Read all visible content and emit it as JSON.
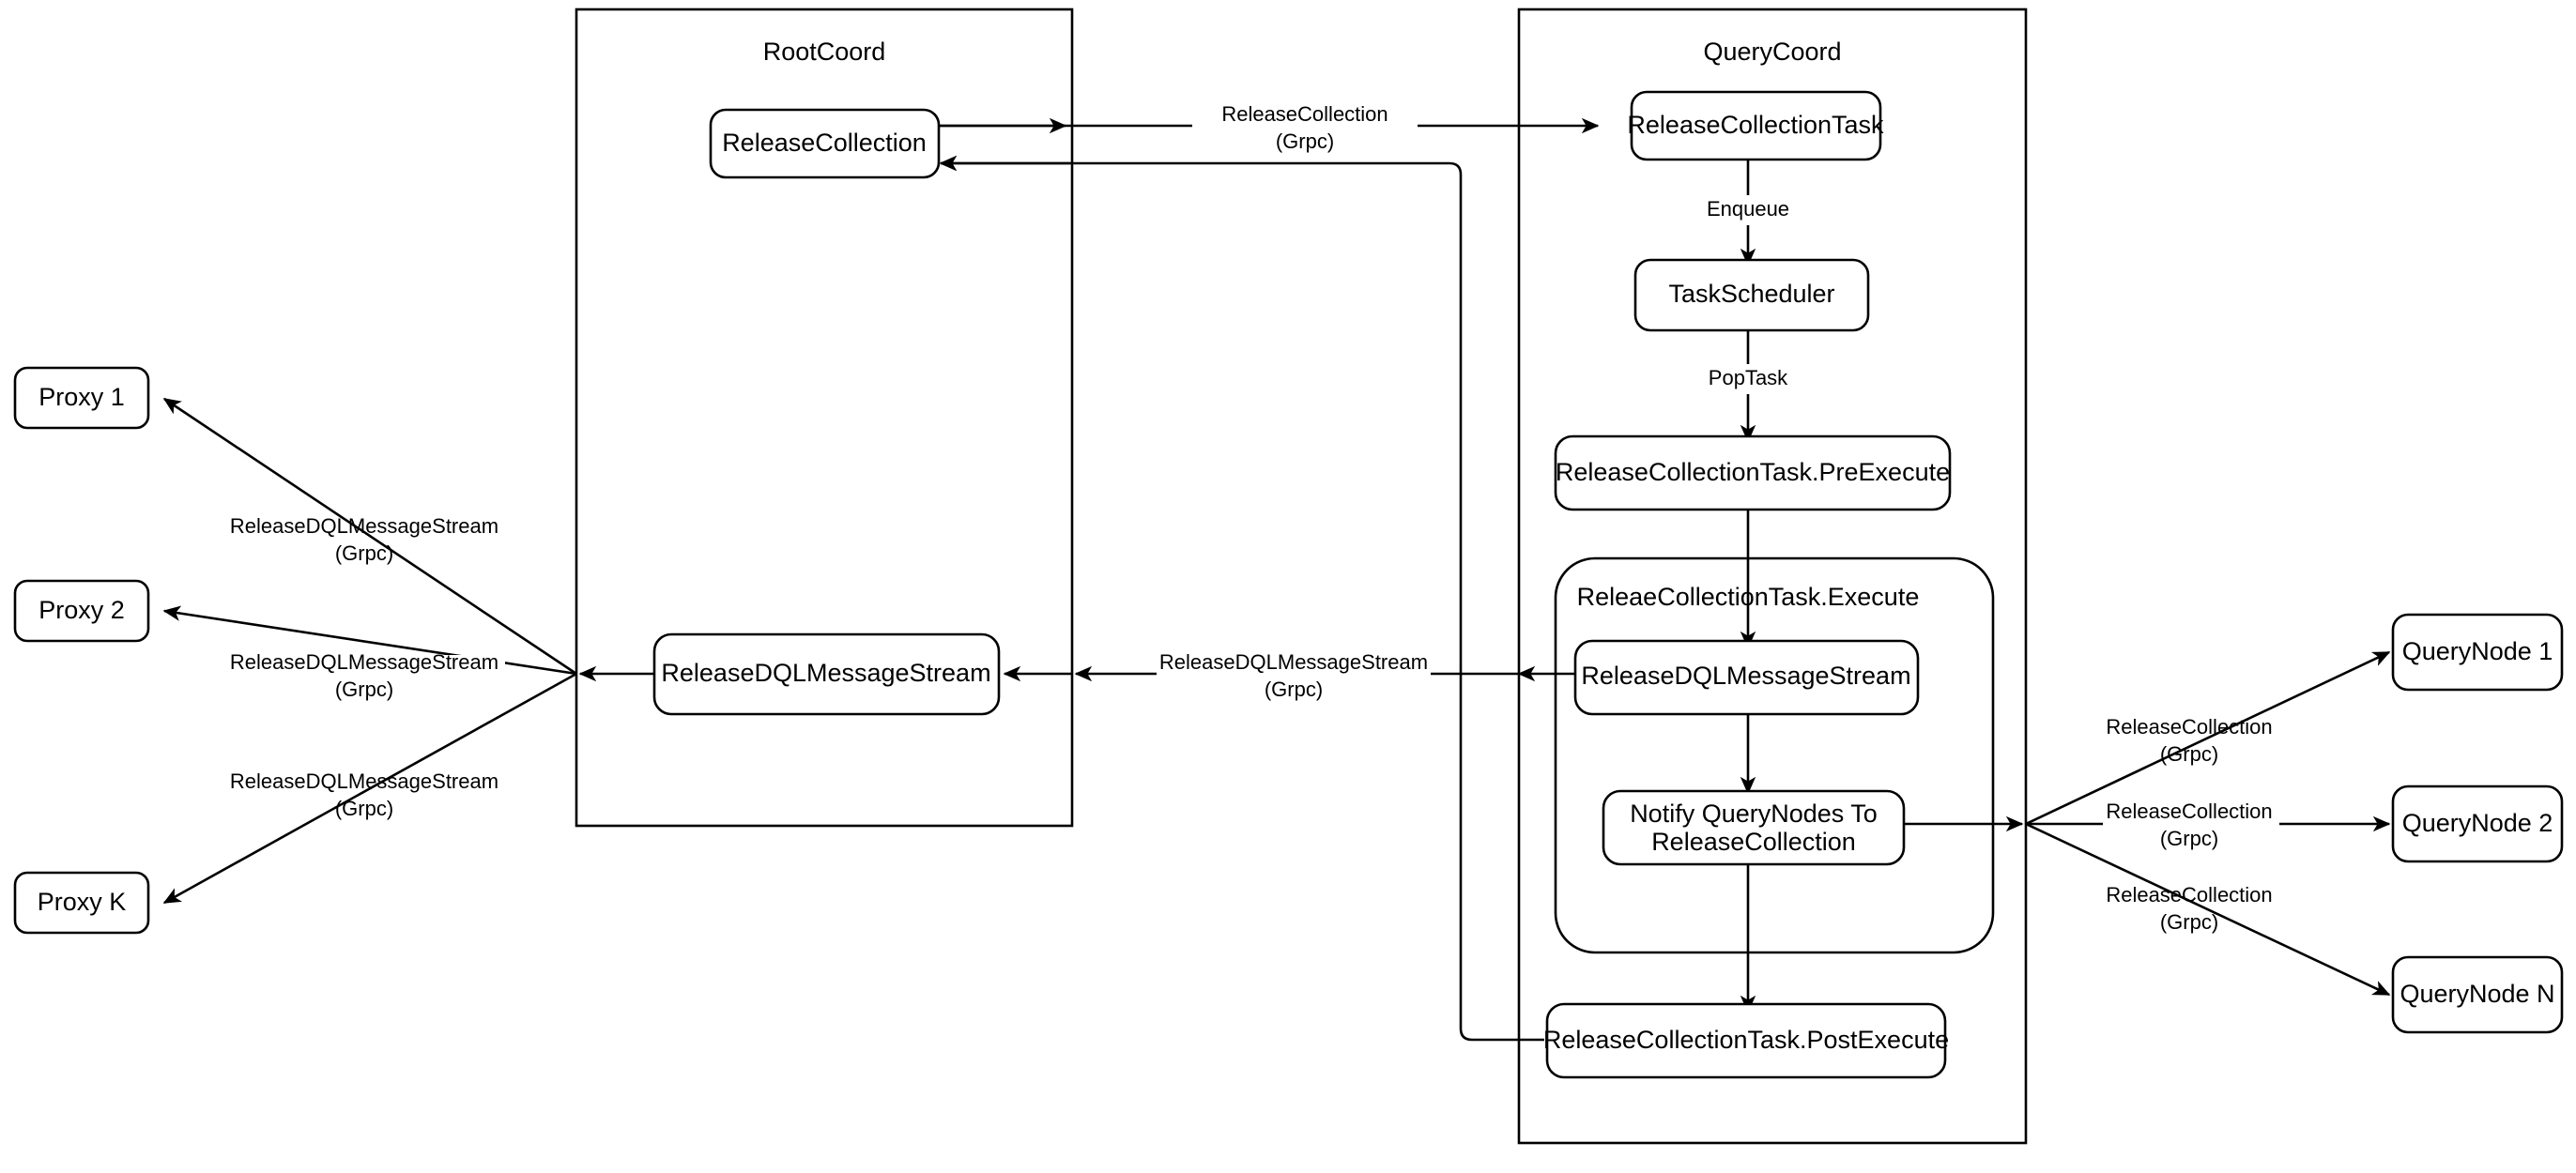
{
  "diagram": {
    "title_hidden": "Milvus ReleaseCollection flow",
    "containers": [
      {
        "id": "rootcoord",
        "title": "RootCoord"
      },
      {
        "id": "querycoord",
        "title": "QueryCoord"
      },
      {
        "id": "execute",
        "title": "ReleaeCollectionTask.Execute"
      }
    ],
    "nodes": [
      {
        "id": "proxy1",
        "label": "Proxy 1"
      },
      {
        "id": "proxy2",
        "label": "Proxy 2"
      },
      {
        "id": "proxyk",
        "label": "Proxy K"
      },
      {
        "id": "rc_release_collection",
        "label": "ReleaseCollection"
      },
      {
        "id": "rc_release_dql",
        "label": "ReleaseDQLMessageStream"
      },
      {
        "id": "qc_task",
        "label": "ReleaseCollectionTask"
      },
      {
        "id": "qc_scheduler",
        "label": "TaskScheduler"
      },
      {
        "id": "qc_preexecute",
        "label": "ReleaseCollectionTask.PreExecute"
      },
      {
        "id": "qc_release_dql",
        "label": "ReleaseDQLMessageStream"
      },
      {
        "id": "qc_notify",
        "label": "Notify QueryNodes To ReleaseCollection"
      },
      {
        "id": "qc_notify_line1",
        "label": "Notify QueryNodes To"
      },
      {
        "id": "qc_notify_line2",
        "label": "ReleaseCollection"
      },
      {
        "id": "qc_postexecute",
        "label": "ReleaseCollectionTask.PostExecute"
      },
      {
        "id": "querynode1",
        "label": "QueryNode 1"
      },
      {
        "id": "querynode2",
        "label": "QueryNode 2"
      },
      {
        "id": "querynoden",
        "label": "QueryNode N"
      }
    ],
    "edge_labels": {
      "release_collection_grpc_line1": "ReleaseCollection",
      "release_collection_grpc_line2": "(Grpc)",
      "release_dql_grpc_line1": "ReleaseDQLMessageStream",
      "release_dql_grpc_line2": "(Grpc)",
      "enqueue": "Enqueue",
      "poptask": "PopTask"
    },
    "colors": {
      "stroke": "#000000",
      "fill": "#ffffff",
      "text": "#000000"
    }
  }
}
